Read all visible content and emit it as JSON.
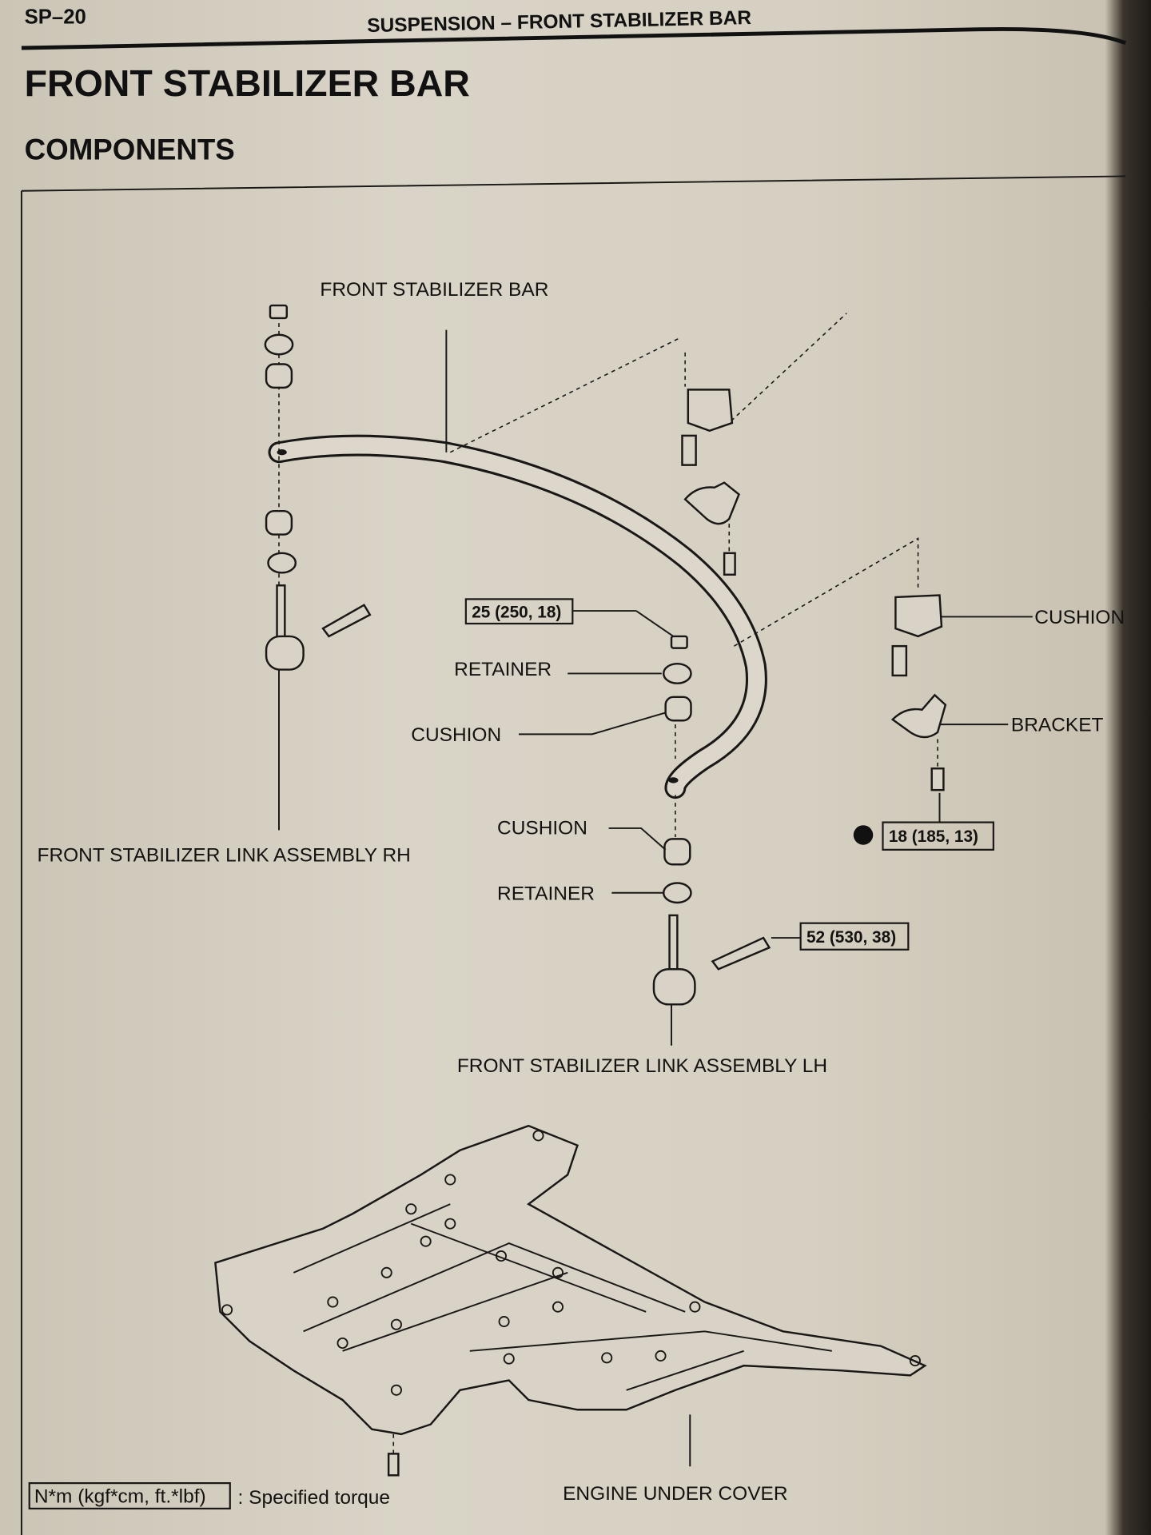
{
  "header": {
    "page_number": "SP–20",
    "section": "SUSPENSION  –  FRONT STABILIZER BAR"
  },
  "title": "FRONT STABILIZER BAR",
  "subtitle": "COMPONENTS",
  "diagram": {
    "labels": {
      "stabilizer_bar": "FRONT STABILIZER BAR",
      "retainer_upper": "RETAINER",
      "cushion_upper": "CUSHION",
      "cushion_right": "CUSHION",
      "bracket": "BRACKET",
      "cushion_lower": "CUSHION",
      "retainer_lower": "RETAINER",
      "link_rh": "FRONT STABILIZER LINK ASSEMBLY RH",
      "link_lh": "FRONT STABILIZER LINK ASSEMBLY LH",
      "under_cover": "ENGINE UNDER COVER"
    },
    "torques": {
      "nut": "25 (250, 18)",
      "bracket_bolt": "18 (185, 13)",
      "link_bolt": "52 (530, 38)"
    }
  },
  "legend": {
    "unit_box": "N*m (kgf*cm, ft.*lbf)",
    "description": ": Specified torque"
  }
}
